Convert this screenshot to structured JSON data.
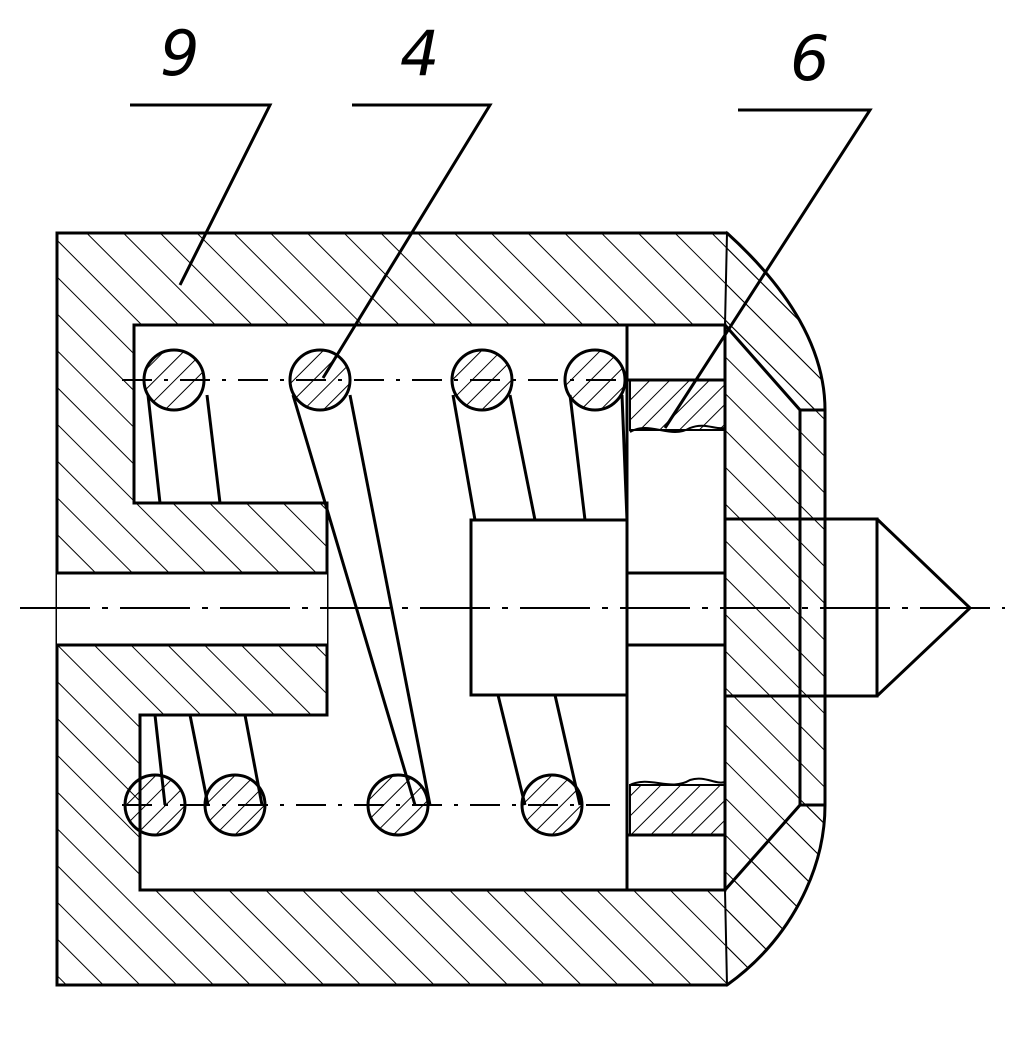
{
  "callouts": [
    {
      "id": "9",
      "label": "9"
    },
    {
      "id": "4",
      "label": "4"
    },
    {
      "id": "6",
      "label": "6"
    }
  ]
}
